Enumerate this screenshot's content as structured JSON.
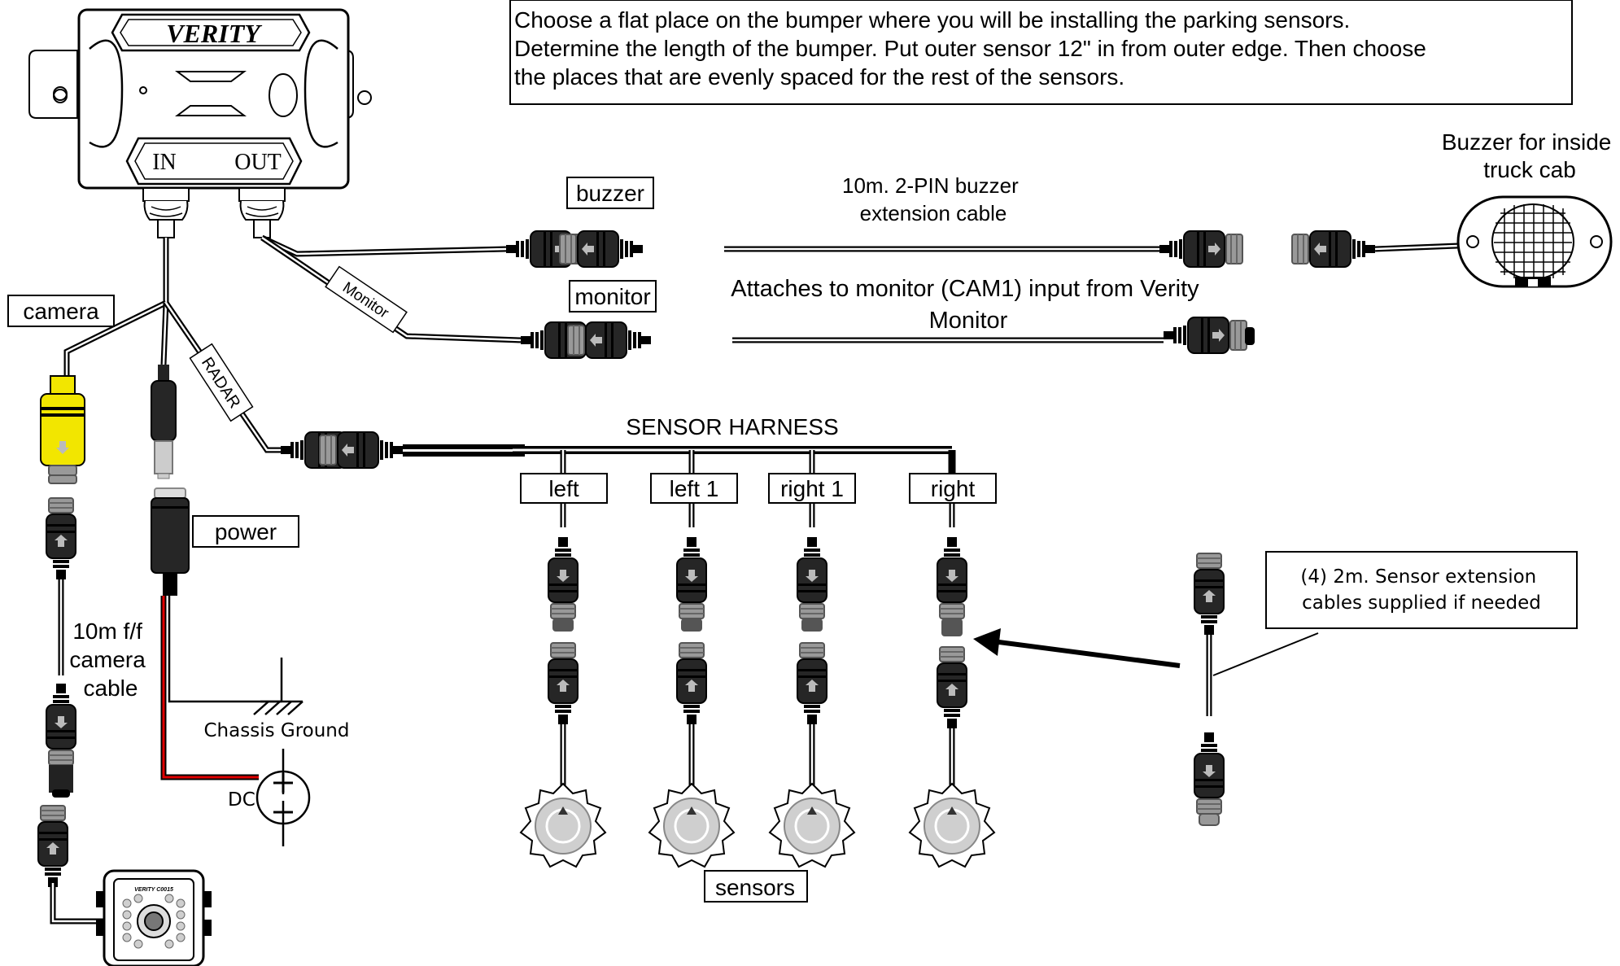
{
  "instructions": "Choose a flat place on the bumper where you will be installing the parking sensors.\nDetermine the length of the bumper. Put outer sensor 12\" in from outer edge.  Then choose\nthe places that are evenly spaced for the rest of the sensors.",
  "module": {
    "brand": "VERITY",
    "port_in": "IN",
    "port_out": "OUT"
  },
  "labels": {
    "camera": "camera",
    "power": "power",
    "buzzer": "buzzer",
    "monitor": "monitor",
    "wire_monitor": "Monitor",
    "wire_radar": "RADAR",
    "buzzer_cable": "10m.  2-PIN buzzer\nextension cable",
    "monitor_cable": "Attaches to monitor (CAM1) input from Verity\nMonitor",
    "buzzer_unit": "Buzzer for inside\ntruck cab",
    "harness": "SENSOR HARNESS",
    "camera_cable": "10m f/f\ncamera\ncable",
    "chassis_ground": "Chassis Ground",
    "dc": "DC",
    "sensors": "sensors",
    "extension_note": "(4) 2m. Sensor extension\ncables supplied if needed",
    "camera_model": "VERITY C0015"
  },
  "sensor_labels": [
    "left",
    "left 1",
    "right 1",
    "right"
  ]
}
